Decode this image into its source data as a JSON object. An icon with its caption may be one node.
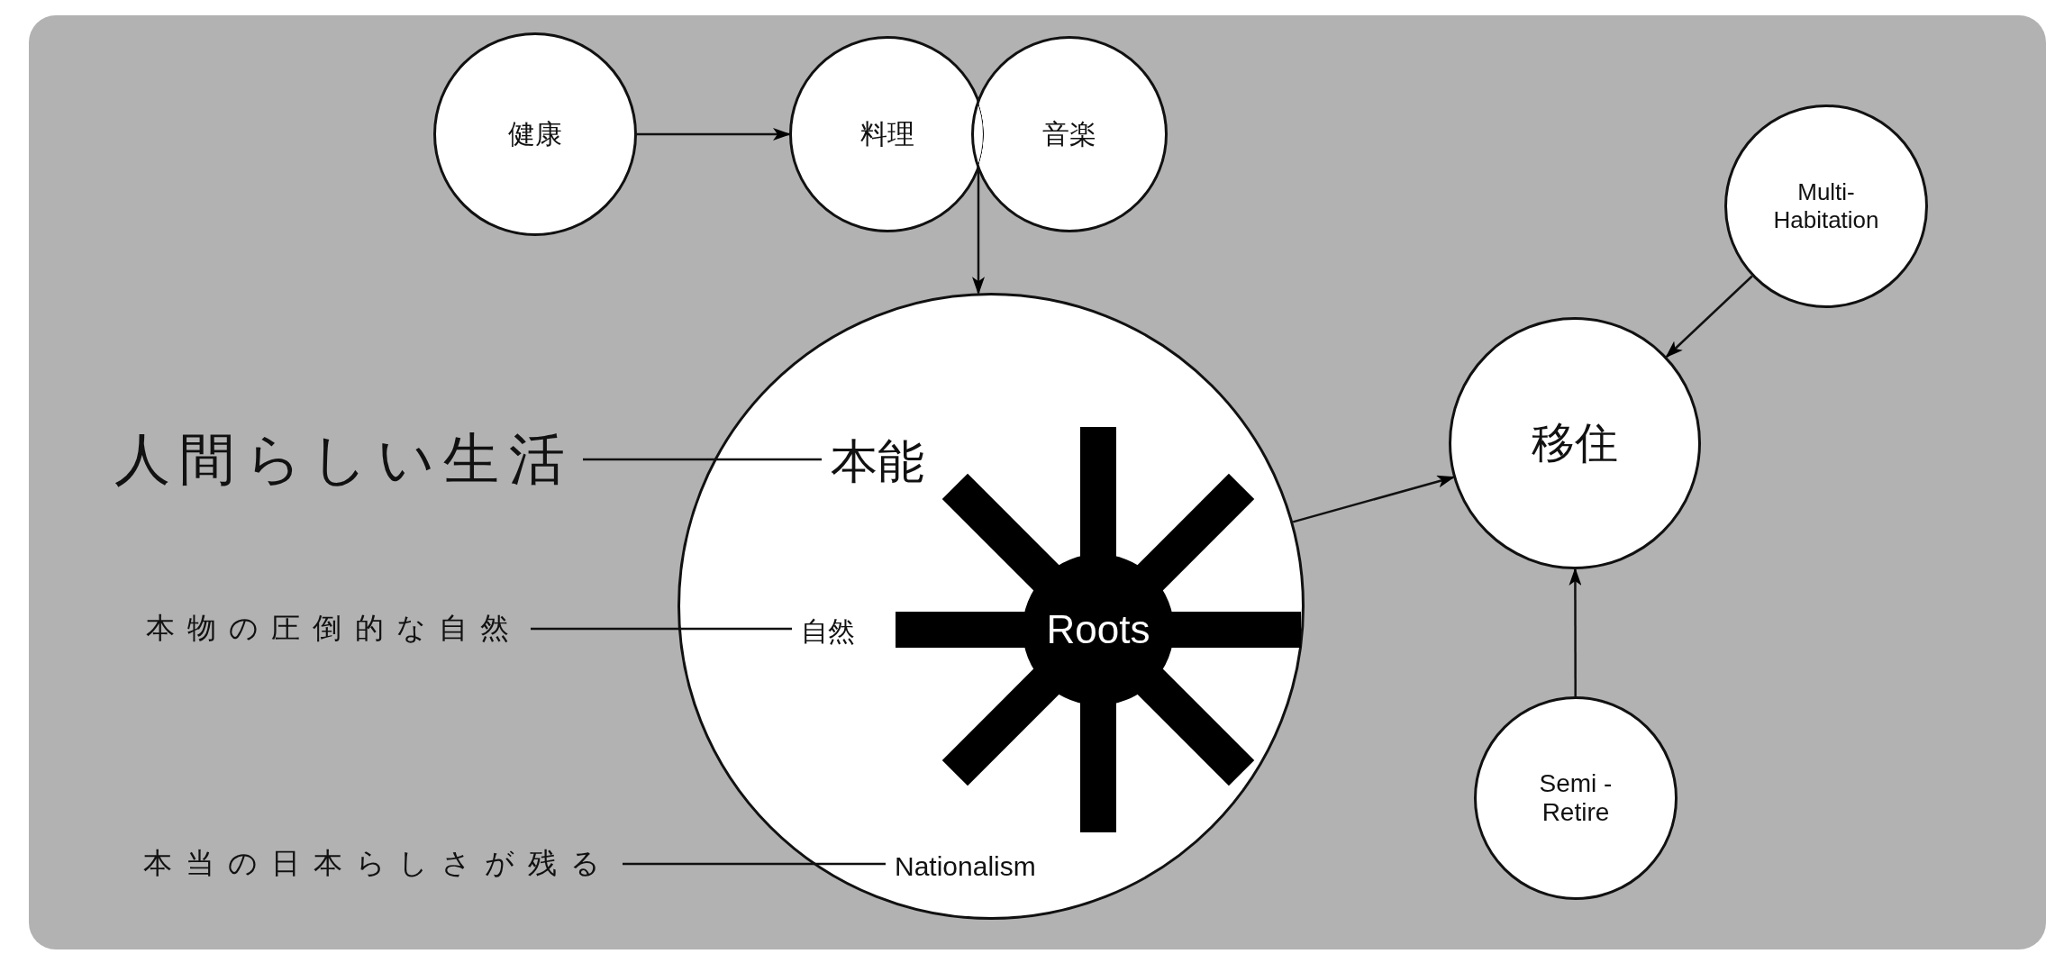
{
  "diagram": {
    "nodes": [
      {
        "text": [
          "健康"
        ]
      },
      {
        "text": [
          "料理"
        ]
      },
      {
        "text": [
          "音楽"
        ]
      },
      {
        "text": [],
        "shape": "circle"
      },
      {
        "text": [
          "本能"
        ],
        "in": 3
      },
      {
        "text": [
          "自然"
        ],
        "in": 3
      },
      {
        "text": [
          "Roots"
        ],
        "in": 3
      },
      {
        "text": [
          "Nationalism"
        ],
        "in": 3
      },
      {
        "text": [
          "人間らしい生活"
        ]
      },
      {
        "text": [
          "本物の圧倒的な自然"
        ]
      },
      {
        "text": [
          "本当の日本らしさが残る"
        ]
      },
      {
        "text": [
          "移住"
        ]
      },
      {
        "text": [
          "Multi- Habitation"
        ]
      },
      {
        "text": [
          "Semi -Retire"
        ]
      }
    ],
    "edges": [
      {
        "from": 0,
        "to": 1,
        "arrow": "to"
      },
      {
        "from": 1,
        "to": 3,
        "arrow": "to"
      },
      {
        "from": 2,
        "to": 3,
        "arrow": "to"
      },
      {
        "from": 8,
        "to": 4,
        "arrow": "none"
      },
      {
        "from": 9,
        "to": 5,
        "arrow": "none"
      },
      {
        "from": 10,
        "to": 7,
        "arrow": "none"
      },
      {
        "from": 3,
        "to": 11,
        "arrow": "to"
      },
      {
        "from": 12,
        "to": 11,
        "arrow": "to"
      },
      {
        "from": 13,
        "to": 11,
        "arrow": "to"
      }
    ]
  }
}
